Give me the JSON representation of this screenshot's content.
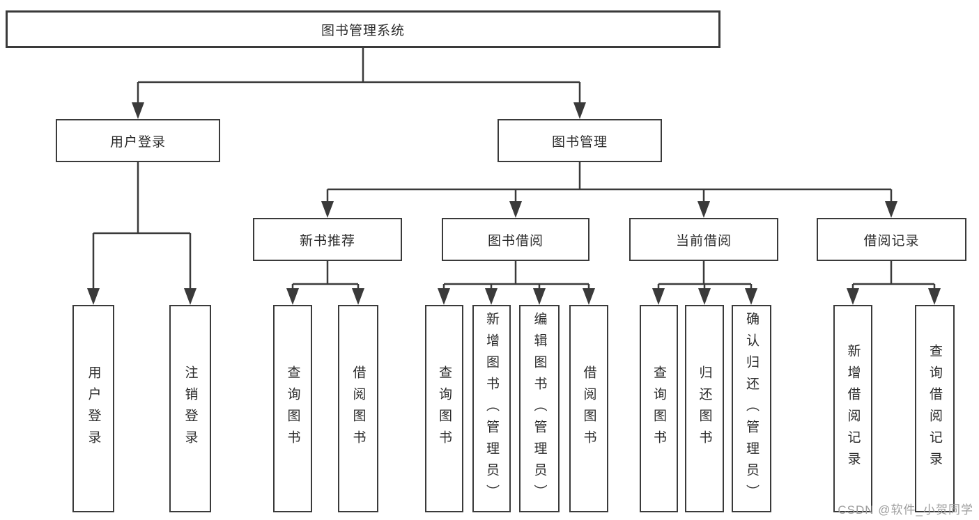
{
  "tree": {
    "root": {
      "label": "图书管理系统"
    },
    "level2": {
      "user_login_branch": {
        "label": "用户登录"
      },
      "book_management": {
        "label": "图书管理"
      }
    },
    "level3": {
      "new_book_recommend": {
        "label": "新书推荐"
      },
      "book_borrow": {
        "label": "图书借阅"
      },
      "current_borrow": {
        "label": "当前借阅"
      },
      "borrow_records": {
        "label": "借阅记录"
      }
    },
    "level4": {
      "user_login": {
        "label": "用户登录"
      },
      "logout": {
        "label": "注销登录"
      },
      "recommend_query_books": {
        "label": "查询图书"
      },
      "recommend_borrow_books": {
        "label": "借阅图书"
      },
      "borrow_query_books": {
        "label": "查询图书"
      },
      "borrow_add_books_admin": {
        "label": "新增图书（管理员）"
      },
      "borrow_edit_books_admin": {
        "label": "编辑图书（管理员）"
      },
      "borrow_borrow_books": {
        "label": "借阅图书"
      },
      "current_query_books": {
        "label": "查询图书"
      },
      "current_return_books": {
        "label": "归还图书"
      },
      "current_confirm_return_admin": {
        "label": "确认归还（管理员）"
      },
      "records_add_record": {
        "label": "新增借阅记录"
      },
      "records_query_record": {
        "label": "查询借阅记录"
      }
    }
  },
  "watermark": "CSDN @软件_小贺同学",
  "colors": {
    "line": "#3a3a3a",
    "box_border": "#3a3a3a",
    "text": "#2b2b2b",
    "watermark": "#9e9e9e",
    "background": "#ffffff"
  }
}
